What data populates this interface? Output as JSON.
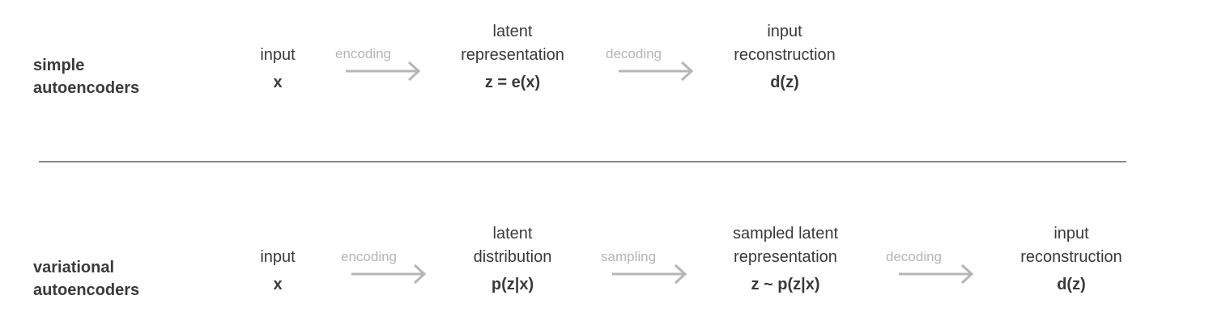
{
  "colors": {
    "text": "#3a3a3a",
    "muted": "#b5b5b5",
    "arrow": "#b5b5b5",
    "divider": "#888888"
  },
  "simple": {
    "label": [
      "simple",
      "autoencoders"
    ],
    "nodes": [
      {
        "title": [
          "input"
        ],
        "formula": "x"
      },
      {
        "title": [
          "latent",
          "representation"
        ],
        "formula": "z = e(x)"
      },
      {
        "title": [
          "input",
          "reconstruction"
        ],
        "formula": "d(z)"
      }
    ],
    "ops": [
      "encoding",
      "decoding"
    ]
  },
  "variational": {
    "label": [
      "variational",
      "autoencoders"
    ],
    "nodes": [
      {
        "title": [
          "input"
        ],
        "formula": "x"
      },
      {
        "title": [
          "latent",
          "distribution"
        ],
        "formula": "p(z|x)"
      },
      {
        "title": [
          "sampled latent",
          "representation"
        ],
        "formula": "z ~ p(z|x)"
      },
      {
        "title": [
          "input",
          "reconstruction"
        ],
        "formula": "d(z)"
      }
    ],
    "ops": [
      "encoding",
      "sampling",
      "decoding"
    ]
  }
}
